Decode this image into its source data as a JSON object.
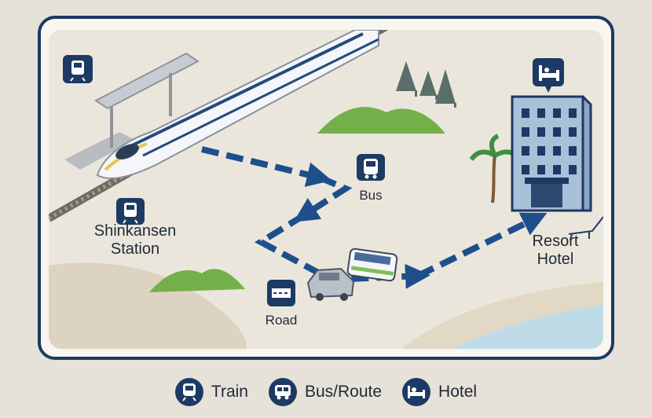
{
  "map": {
    "labels": {
      "station": "Shinkansen\nStation",
      "bus": "Bus",
      "road": "Road",
      "hotel": "Resort\nHotel"
    },
    "icons": {
      "train_badge": "train-icon",
      "station_badge": "train-icon",
      "bus_badge": "bus-icon",
      "road_badge": "road-icon",
      "hotel_badge": "bed-icon"
    }
  },
  "legend": [
    {
      "icon": "train-icon",
      "label": "Train"
    },
    {
      "icon": "bus-icon",
      "label": "Bus/Route"
    },
    {
      "icon": "bed-icon",
      "label": "Hotel"
    }
  ],
  "colors": {
    "navy": "#1c3a63",
    "route": "#1e4f8c",
    "hill": "#74b04a",
    "water": "#bfdbe8",
    "sand": "#ddd3c2",
    "background": "#e6e1d9"
  }
}
